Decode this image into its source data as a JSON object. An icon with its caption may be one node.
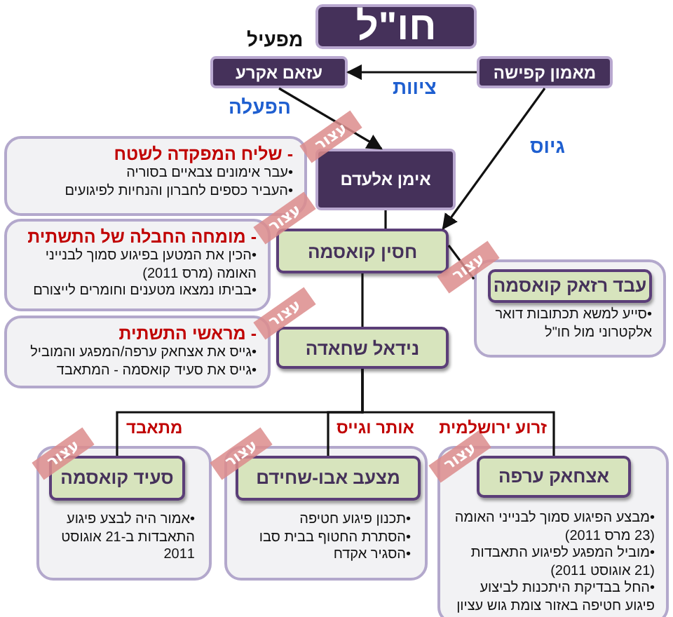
{
  "diagram": {
    "nodes": [
      {
        "text": [
          "חו\"ל"
        ]
      },
      {
        "text": [
          "עזאם אקרע"
        ]
      },
      {
        "text": [
          "מאמון קפישה"
        ]
      },
      {
        "text": [
          "- שליח המפקדה לשטח",
          "•עבר אימונים צבאיים בסוריה",
          "•העביר כספים לחברון והנחיות לפיגועים"
        ]
      },
      {
        "text": [
          "אימן אלעדם"
        ],
        "beside": [
          "עצור"
        ]
      },
      {
        "text": [
          "- מומחה החבלה של התשתית",
          "•הכין את המטען בפיגוע סמוך לבנייני האומה (מרס 2011)",
          "•בביתו נמצאו מטענים וחומרים לייצורם"
        ]
      },
      {
        "text": [
          "חסין קואסמה"
        ],
        "beside": [
          "עצור"
        ]
      },
      {
        "text": [
          "•סייע למשא תכתובות דואר אלקטרוני מול חו\"ל"
        ]
      },
      {
        "text": [
          "עבד רזאק קואסמה"
        ],
        "in": 7,
        "beside": [
          "עצור"
        ]
      },
      {
        "text": [
          "- מראשי התשתית",
          "•גייס את אצחאק ערפה/המפגע והמוביל",
          "•גייס את סעיד קואסמה - המתאבד"
        ]
      },
      {
        "text": [
          "נידאל שחאדה"
        ],
        "beside": [
          "עצור"
        ]
      },
      {
        "text": [
          "•אמור היה לבצע פיגוע התאבדות ב-21 אוגוסט 2011"
        ]
      },
      {
        "text": [
          "סעיד קואסמה"
        ],
        "in": 11,
        "beside": [
          "עצור"
        ]
      },
      {
        "text": [
          "•תכנון פיגוע חטיפה",
          "•הסתרת החטוף בבית סבו",
          "•הסגיר אקדח"
        ]
      },
      {
        "text": [
          "מצעב אבו-שחידם"
        ],
        "in": 13,
        "beside": [
          "עצור"
        ]
      },
      {
        "text": [
          "•מבצע הפיגוע סמוך לבנייני האומה (23 מרס 2011)",
          "•מוביל המפגע לפיגוע התאבדות (21 אוגוסט 2011)",
          "•החל בבדיקת היתכנות לביצוע פיגוע חטיפה באזור צומת גוש עציון"
        ]
      },
      {
        "text": [
          "אצחאק ערפה"
        ],
        "in": 15,
        "beside": [
          "עצור"
        ]
      }
    ],
    "edges": [
      {
        "from": 2,
        "to": 1,
        "arrow": "to",
        "label": "ציוות"
      },
      {
        "from": 1,
        "to": 4,
        "arrow": "to",
        "label": "הפעלה"
      },
      {
        "from": 2,
        "to": 6,
        "arrow": "to",
        "label": "גיוס"
      },
      {
        "from": 4,
        "to": 6,
        "arrow": "none"
      },
      {
        "from": 6,
        "to": 7,
        "arrow": "none"
      },
      {
        "from": 6,
        "to": 10,
        "arrow": "none"
      },
      {
        "from": 10,
        "to": 12,
        "arrow": "none",
        "label": "מתאבד"
      },
      {
        "from": 10,
        "to": 14,
        "arrow": "none",
        "label": "אותר וגייס"
      },
      {
        "from": 10,
        "to": 16,
        "arrow": "none",
        "label": "זרוע ירושלמית"
      }
    ],
    "labels": [
      "מפעיל"
    ]
  }
}
